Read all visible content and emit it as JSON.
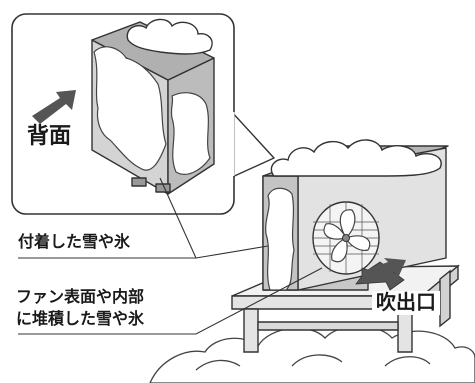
{
  "labels": {
    "back": "背面",
    "attached": "付着した雪や氷",
    "fan_line1": "ファン表面や内部",
    "fan_line2": "に堆積した雪や氷",
    "outlet": "吹出口"
  },
  "colors": {
    "line": "#333333",
    "unit_front": "#e2e2e2",
    "unit_side": "#c8c8c8",
    "unit_top": "#b6b6b6",
    "snow": "#ffffff",
    "arrow": "#555555",
    "ground": "#ffffff"
  },
  "icons": {
    "direction_arrow": "arrow-icon",
    "fan": "fan-icon"
  }
}
